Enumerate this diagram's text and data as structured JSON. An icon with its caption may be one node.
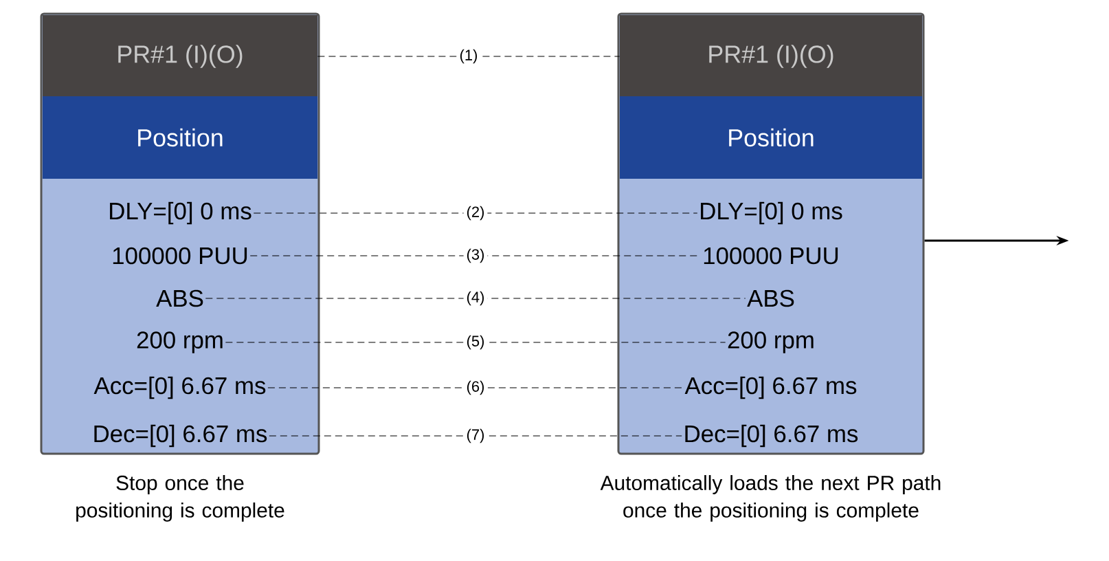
{
  "diagram": {
    "nodes": [
      {
        "text": [],
        "shape": "box",
        "beside": [
          "Stop once the positioning is complete"
        ]
      },
      {
        "text": [
          "PR#1 (I)(O)"
        ],
        "in": 0
      },
      {
        "text": [
          "Position"
        ],
        "in": 0
      },
      {
        "text": [
          "DLY=[0] 0 ms"
        ],
        "in": 0
      },
      {
        "text": [
          "100000 PUU"
        ],
        "in": 0
      },
      {
        "text": [
          "ABS"
        ],
        "in": 0
      },
      {
        "text": [
          "200 rpm"
        ],
        "in": 0
      },
      {
        "text": [
          "Acc=[0] 6.67 ms"
        ],
        "in": 0
      },
      {
        "text": [
          "Dec=[0] 6.67 ms"
        ],
        "in": 0
      },
      {
        "text": [],
        "shape": "box",
        "beside": [
          "Automatically loads the next PR path once the positioning is complete"
        ]
      },
      {
        "text": [
          "PR#1 (I)(O)"
        ],
        "in": 9
      },
      {
        "text": [
          "Position"
        ],
        "in": 9
      },
      {
        "text": [
          "DLY=[0] 0 ms"
        ],
        "in": 9
      },
      {
        "text": [
          "100000 PUU"
        ],
        "in": 9
      },
      {
        "text": [
          "ABS"
        ],
        "in": 9
      },
      {
        "text": [
          "200 rpm"
        ],
        "in": 9
      },
      {
        "text": [
          "Acc=[0] 6.67 ms"
        ],
        "in": 9
      },
      {
        "text": [
          "Dec=[0] 6.67 ms"
        ],
        "in": 9
      }
    ],
    "edges": [
      {
        "from": 1,
        "to": 10,
        "arrow": "none",
        "style": "dashed",
        "label": "(1)"
      },
      {
        "from": 3,
        "to": 12,
        "arrow": "none",
        "style": "dashed",
        "label": "(2)"
      },
      {
        "from": 4,
        "to": 13,
        "arrow": "none",
        "style": "dashed",
        "label": "(3)"
      },
      {
        "from": 5,
        "to": 14,
        "arrow": "none",
        "style": "dashed",
        "label": "(4)"
      },
      {
        "from": 6,
        "to": 15,
        "arrow": "none",
        "style": "dashed",
        "label": "(5)"
      },
      {
        "from": 7,
        "to": 16,
        "arrow": "none",
        "style": "dashed",
        "label": "(6)"
      },
      {
        "from": 8,
        "to": 17,
        "arrow": "none",
        "style": "dashed",
        "label": "(7)"
      },
      {
        "from": 9,
        "to": null,
        "arrow": "to"
      }
    ]
  }
}
